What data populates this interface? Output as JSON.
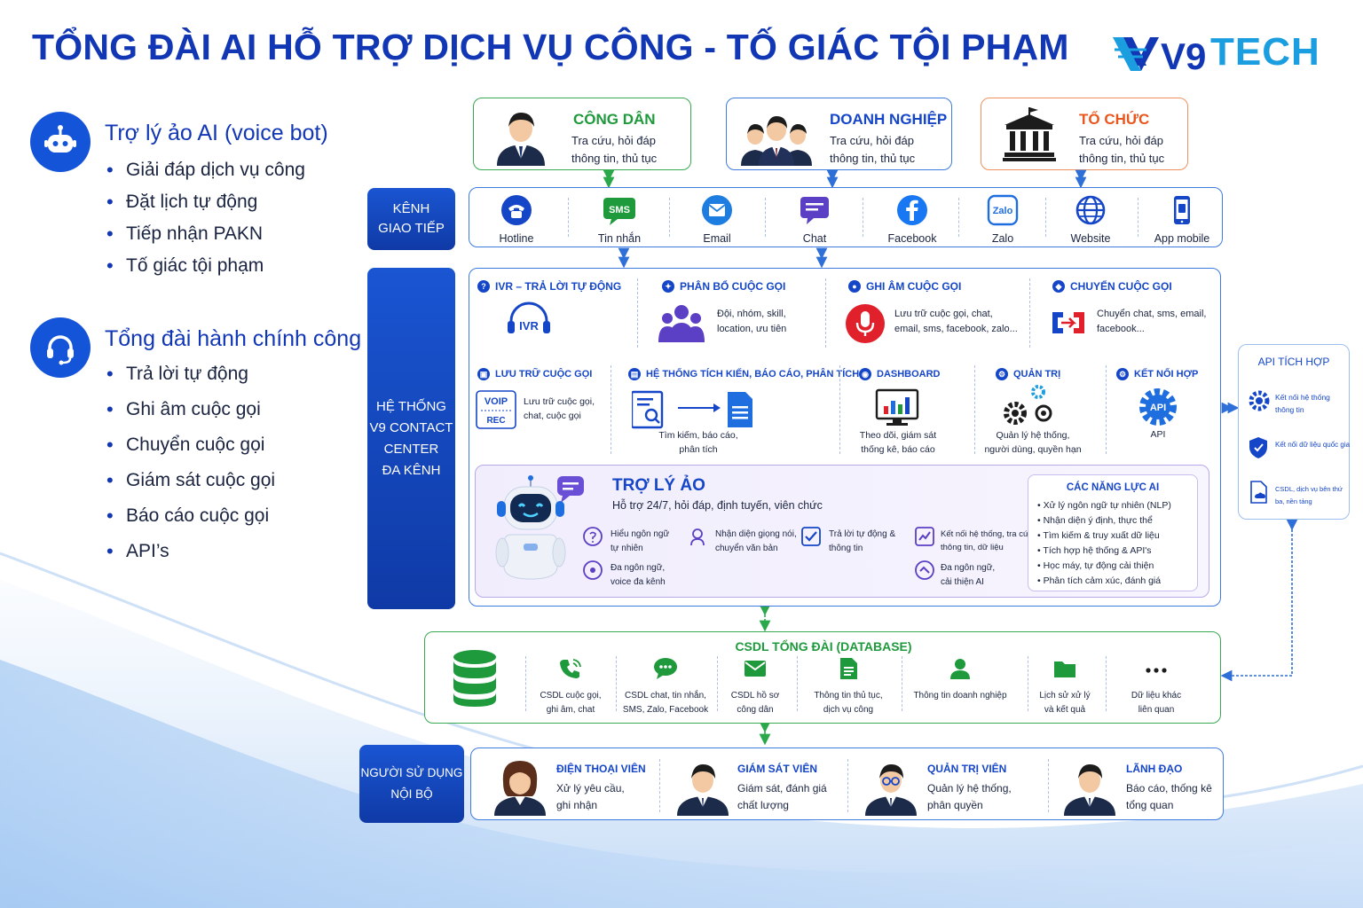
{
  "title": "TỔNG ĐÀI AI HỖ TRỢ DỊCH VỤ CÔNG - TỐ GIÁC TỘI PHẠM",
  "logo": {
    "text": "TECH",
    "mark": "V9"
  },
  "left": {
    "section1": {
      "title": "Trợ lý ảo AI (voice bot)",
      "icon": "robot-icon",
      "items": [
        "Giải đáp dịch vụ công",
        "Đặt lịch tự động",
        "Tiếp nhận PAKN",
        "Tố giác tội phạm"
      ]
    },
    "section2": {
      "title": "Tổng đài hành chính công",
      "icon": "headset-icon",
      "items": [
        "Trả lời tự động",
        "Ghi âm cuộc gọi",
        "Chuyển cuộc gọi",
        "Giám sát cuộc gọi",
        "Báo cáo cuộc gọi",
        "API’s"
      ]
    }
  },
  "entities": [
    {
      "title": "CÔNG DÂN",
      "desc1": "Tra cứu, hỏi đáp",
      "desc2": "thông tin, thủ tục",
      "color": "#1e9a3c"
    },
    {
      "title": "DOANH NGHIỆP",
      "desc1": "Tra cứu, hỏi đáp",
      "desc2": "thông tin, thủ tục",
      "color": "#1546c8"
    },
    {
      "title": "TỔ CHỨC",
      "desc1": "Tra cứu, hỏi đáp",
      "desc2": "thông tin, thủ tục",
      "color": "#e8571e"
    }
  ],
  "channels": {
    "label1": "KÊNH",
    "label2": "GIAO TIẾP",
    "items": [
      {
        "label": "Hotline",
        "icon": "phone-icon"
      },
      {
        "label": "Tin nhắn",
        "icon": "sms-icon",
        "badge": "SMS"
      },
      {
        "label": "Email",
        "icon": "email-icon"
      },
      {
        "label": "Chat",
        "icon": "chat-icon"
      },
      {
        "label": "Facebook",
        "icon": "facebook-icon"
      },
      {
        "label": "Zalo",
        "icon": "zalo-icon",
        "badge": "Zalo"
      },
      {
        "label": "Website",
        "icon": "globe-icon"
      },
      {
        "label": "App mobile",
        "icon": "mobile-icon"
      }
    ]
  },
  "system": {
    "label": [
      "HỆ THỐNG",
      "V9 CONTACT",
      "CENTER",
      "ĐA KÊNH"
    ],
    "row1": [
      {
        "title": "IVR – TRẢ LỜI TỰ ĐỘNG",
        "icon": "ivr-icon",
        "badge": "IVR",
        "desc": [
          "",
          ""
        ]
      },
      {
        "title": "PHÂN BỔ CUỘC GỌI",
        "icon": "group-icon",
        "desc": [
          "Đội, nhóm, skill,",
          "location, ưu tiên"
        ]
      },
      {
        "title": "GHI ÂM CUỘC GỌI",
        "icon": "microphone-icon",
        "desc": [
          "Lưu trữ cuộc gọi, chat,",
          "email, sms, facebook, zalo..."
        ]
      },
      {
        "title": "CHUYỂN CUỘC GỌI",
        "icon": "transfer-icon",
        "desc": [
          "Chuyển chat, sms, email,",
          "facebook..."
        ]
      }
    ],
    "row2": [
      {
        "title": "LƯU TRỮ CUỘC GỌI",
        "icon": "voip-rec-icon",
        "badge1": "VOIP",
        "badge2": "REC",
        "desc": [
          "Lưu trữ cuộc gọi,",
          "chat, cuộc gọi"
        ]
      },
      {
        "title": "HỆ THỐNG TÍCH KIẾN, BÁO CÁO, PHÂN TÍCH",
        "icon": "report-icon",
        "desc": [
          "Tìm kiếm, báo cáo,",
          "phân tích"
        ]
      },
      {
        "title": "DASHBOARD",
        "icon": "dashboard-icon",
        "desc": [
          "Theo dõi, giám sát",
          "thống kê, báo cáo"
        ]
      },
      {
        "title": "QUẢN TRỊ",
        "icon": "gears-icon",
        "desc": [
          "Quản lý hệ thống,",
          "người dùng, quyền hạn"
        ]
      },
      {
        "title": "KẾT NỐI HỢP",
        "icon": "api-gear-icon",
        "badge": "API",
        "desc": [
          "API",
          ""
        ]
      }
    ],
    "assistant": {
      "title": "TRỢ LÝ ẢO",
      "subtitle": "Hỗ trợ 24/7, hỏi đáp, định tuyến, viên chức",
      "features": [
        {
          "icon": "nlu-icon",
          "l1": "Hiểu ngôn ngữ",
          "l2": "tự nhiên"
        },
        {
          "icon": "voice-recognition-icon",
          "l1": "Nhận diện giọng nói,",
          "l2": "chuyển văn bản"
        },
        {
          "icon": "check-icon",
          "l1": "Trả lời tự động &",
          "l2": "thông tin"
        },
        {
          "icon": "integration-icon",
          "l1": "Kết nối hệ thống, tra cứu",
          "l2": "thông tin, dữ liệu"
        },
        {
          "icon": "multilang-icon",
          "l1": "Đa ngôn ngữ,",
          "l2": "voice đa kênh"
        },
        {
          "icon": "improve-icon",
          "l1": "Đa ngôn ngữ,",
          "l2": "cải thiện AI"
        }
      ],
      "capabilities": {
        "title": "CÁC NĂNG LỰC AI",
        "items": [
          "Xử lý ngôn ngữ tự nhiên (NLP)",
          "Nhận diện ý định, thực thể",
          "Tìm kiếm & truy xuất dữ liệu",
          "Tích hợp hệ thống & API's",
          "Học máy, tự động cải thiện",
          "Phân tích cảm xúc, đánh giá"
        ]
      }
    }
  },
  "api_panel": {
    "title": "API TÍCH HỢP",
    "items": [
      {
        "icon": "gear-icon",
        "l1": "Kết nối hệ thống",
        "l2": "thông tin"
      },
      {
        "icon": "shield-icon",
        "l1": "Kết nối dữ liệu quốc gia",
        "l2": ""
      },
      {
        "icon": "cloud-doc-icon",
        "l1": "CSDL, dịch vụ bên thứ",
        "l2": "ba, nền tảng"
      }
    ]
  },
  "database": {
    "title": "CSDL TỔNG ĐÀI (DATABASE)",
    "items": [
      {
        "icon": "phone-call-icon",
        "l1": "CSDL cuộc gọi,",
        "l2": "ghi âm, chat"
      },
      {
        "icon": "chat-bubble-icon",
        "l1": "CSDL chat, tin nhắn,",
        "l2": "SMS, Zalo, Facebook"
      },
      {
        "icon": "mail-icon",
        "l1": "CSDL hồ sơ",
        "l2": "công dân"
      },
      {
        "icon": "document-icon",
        "l1": "Thông tin thủ tục,",
        "l2": "dịch vụ công"
      },
      {
        "icon": "person-icon",
        "l1": "Thông tin doanh nghiệp",
        "l2": ""
      },
      {
        "icon": "folder-icon",
        "l1": "Lịch sử xử lý",
        "l2": "và kết quả"
      },
      {
        "icon": "more-icon",
        "l1": "Dữ liệu khác",
        "l2": "liên quan"
      }
    ]
  },
  "users": {
    "label1": "NGƯỜI SỬ DỤNG",
    "label2": "NỘI BỘ",
    "items": [
      {
        "title": "ĐIỆN THOẠI VIÊN",
        "l1": "Xử lý yêu cầu,",
        "l2": "ghi nhận",
        "icon": "operator-avatar-icon"
      },
      {
        "title": "GIÁM SÁT VIÊN",
        "l1": "Giám sát, đánh giá",
        "l2": "chất lượng",
        "icon": "supervisor-avatar-icon"
      },
      {
        "title": "QUẢN TRỊ VIÊN",
        "l1": "Quản lý hệ thống,",
        "l2": "phân quyền",
        "icon": "admin-avatar-icon"
      },
      {
        "title": "LÃNH ĐẠO",
        "l1": "Báo cáo, thống kê",
        "l2": "tổng quan",
        "icon": "leader-avatar-icon"
      }
    ]
  },
  "colors": {
    "primary": "#1237b5",
    "accent": "#1b9ee0",
    "green": "#1e9a3c",
    "orange": "#e8571e",
    "purple": "#7b5cd6"
  }
}
